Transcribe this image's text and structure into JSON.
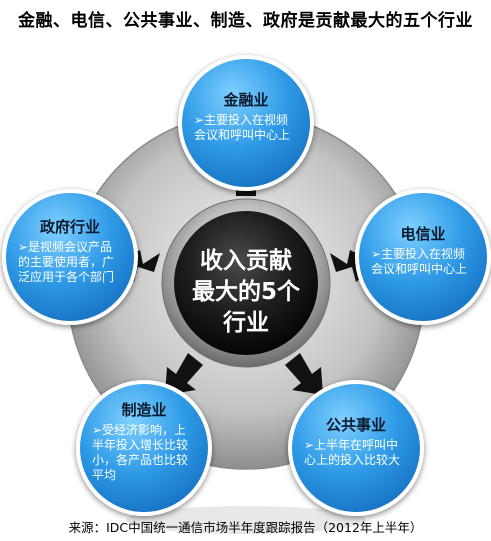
{
  "title": "金融、电信、公共事业、制造、政府是贡献最大的五个行业",
  "center": {
    "lines": [
      "收入贡献",
      "最大的5个",
      "行业"
    ]
  },
  "industries": [
    {
      "name": "金融业",
      "desc": "➢主要投入在视频会议和呼叫中心上"
    },
    {
      "name": "电信业",
      "desc": "➢主要投入在视频会议和呼叫中心上"
    },
    {
      "name": "公共事业",
      "desc": "➢上半年在呼叫中心上的投入比较大"
    },
    {
      "name": "制造业",
      "desc": "➢受经济影响，上半年投入增长比较小，各产品也比较平均"
    },
    {
      "name": "政府行业",
      "desc": "➢是视频会议产品的主要使用者，广泛应用于各个部门"
    }
  ],
  "source": "来源：IDC中国统一通信市场半年度跟踪报告（2012年上半年）",
  "colors": {
    "node_blue": "#2e9ae6",
    "hub_dark": "#1b1b1b",
    "ring_gray": "#b3b3b3"
  }
}
